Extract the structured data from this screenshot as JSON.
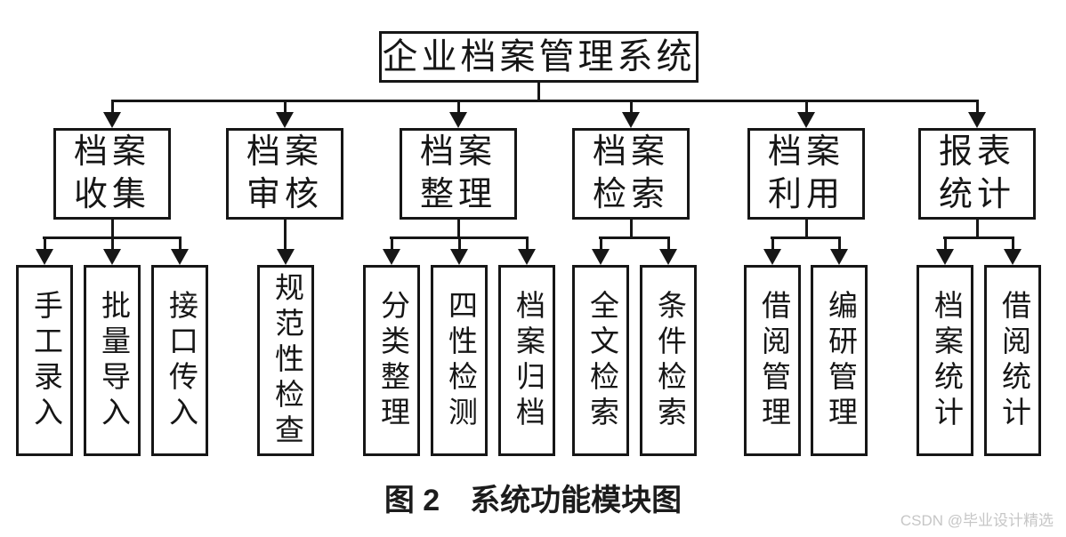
{
  "diagram": {
    "root": "企业档案管理系统",
    "modules": [
      {
        "label": "档案\n收集",
        "children": [
          "手工录入",
          "批量导入",
          "接口传入"
        ]
      },
      {
        "label": "档案\n审核",
        "children": [
          "规范性检查"
        ]
      },
      {
        "label": "档案\n整理",
        "children": [
          "分类整理",
          "四性检测",
          "档案归档"
        ]
      },
      {
        "label": "档案\n检索",
        "children": [
          "全文检索",
          "条件检索"
        ]
      },
      {
        "label": "档案\n利用",
        "children": [
          "借阅管理",
          "编研管理"
        ]
      },
      {
        "label": "报表\n统计",
        "children": [
          "档案统计",
          "借阅统计"
        ]
      }
    ]
  },
  "caption": "图 2　系统功能模块图",
  "watermark": "CSDN @毕业设计精选",
  "colors": {
    "line": "#161616",
    "background": "#ffffff",
    "watermark": "#c6c6c6"
  }
}
